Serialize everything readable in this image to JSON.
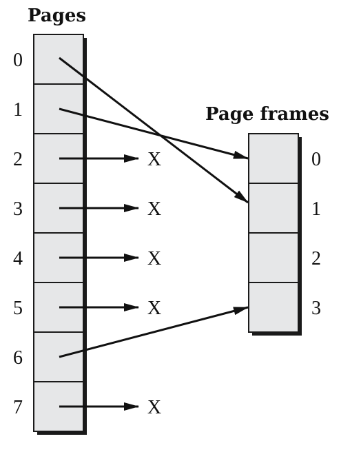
{
  "pages": {
    "title": "Pages",
    "labels": [
      "0",
      "1",
      "2",
      "3",
      "4",
      "5",
      "6",
      "7"
    ]
  },
  "page_frames": {
    "title": "Page frames",
    "labels": [
      "0",
      "1",
      "2",
      "3"
    ]
  },
  "mappings": [
    {
      "page": 0,
      "frame": 1
    },
    {
      "page": 1,
      "frame": 0
    },
    {
      "page": 2,
      "frame": null
    },
    {
      "page": 3,
      "frame": null
    },
    {
      "page": 4,
      "frame": null
    },
    {
      "page": 5,
      "frame": null
    },
    {
      "page": 6,
      "frame": 3
    },
    {
      "page": 7,
      "frame": null
    }
  ],
  "unmapped_marker": "X",
  "colors": {
    "cell_fill": "#e6e7e8",
    "stroke": "#1a1a1a"
  }
}
